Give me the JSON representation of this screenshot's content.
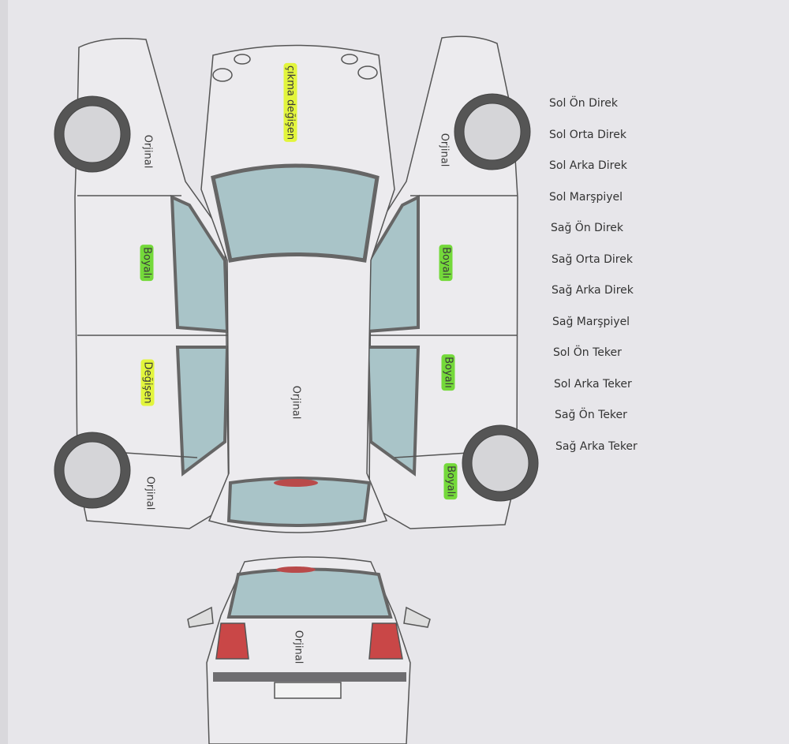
{
  "labels": {
    "hood": "çıkma değişen",
    "left_front_fender": "Orjinal",
    "left_front_door": "Boyalı",
    "left_rear_door": "Değişen",
    "left_rear_fender": "Orjinal",
    "roof": "Orjinal",
    "right_front_fender": "Orjinal",
    "right_front_door": "Boyalı",
    "right_rear_door": "Boyalı",
    "right_rear_fender": "Boyalı",
    "trunk": "Orjinal"
  },
  "checklist": [
    "Sol Ön Direk",
    "Sol Orta Direk",
    "Sol Arka Direk",
    "Sol Marşpiyel",
    "Sağ Ön Direk",
    "Sağ Orta Direk",
    "Sağ Arka Direk",
    "Sağ Marşpiyel",
    "Sol Ön Teker",
    "Sol Arka Teker",
    "Sağ Ön Teker",
    "Sağ Arka Teker"
  ],
  "colors": {
    "highlight_yellow": "#e2f53c",
    "highlight_green": "#74d93a",
    "glass": "#a9c4c8",
    "trim": "#6e6d70"
  }
}
